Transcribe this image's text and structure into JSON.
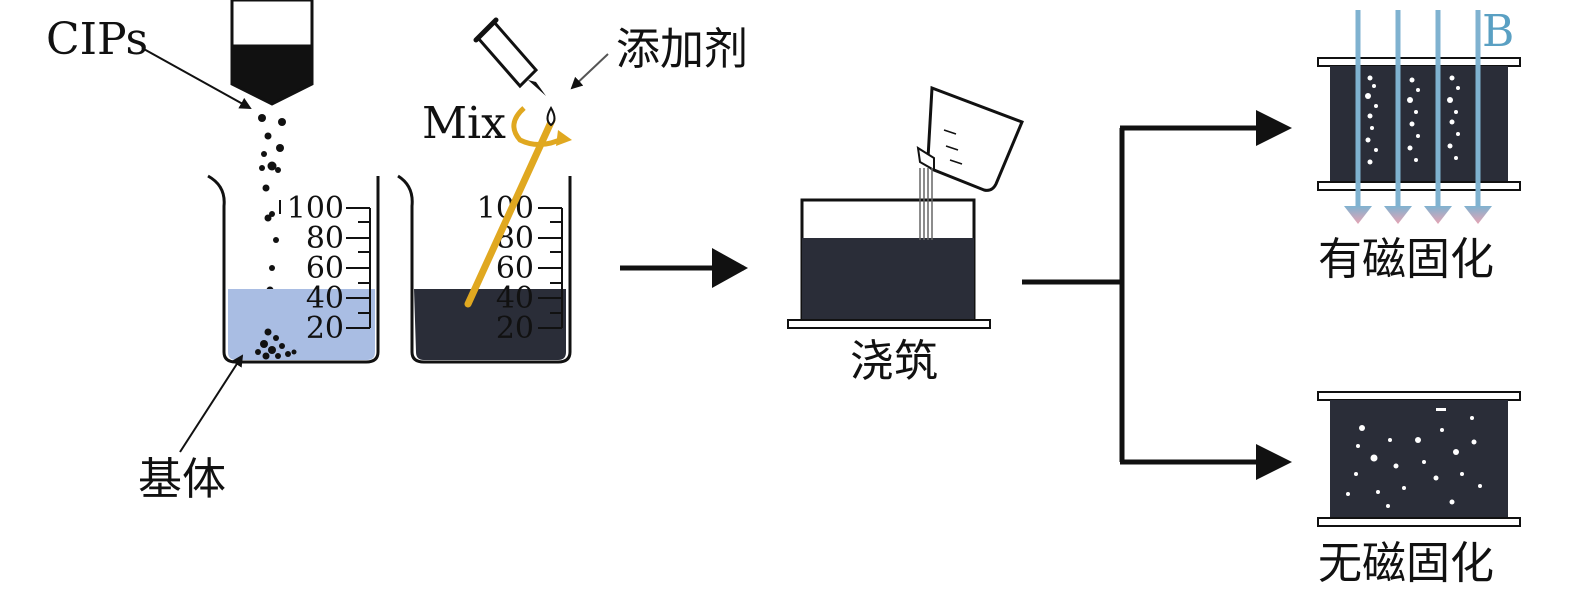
{
  "labels": {
    "particles": "CIPs",
    "additive": "添加剂",
    "mix": "Mix",
    "matrix": "基体",
    "casting": "浇筑",
    "magnetic_field": "B",
    "with_field": "有磁固化",
    "without_field": "无磁固化"
  },
  "beaker_scale": [
    "100",
    "80",
    "60",
    "40",
    "20"
  ],
  "colors": {
    "matrix_liquid": "#a9bde3",
    "mixture": "#2a2d38",
    "stir_rod": "#e0a820",
    "field_lines": "#7fb2d0",
    "field_label": "#5aa0c3",
    "arrow": "#111111"
  }
}
